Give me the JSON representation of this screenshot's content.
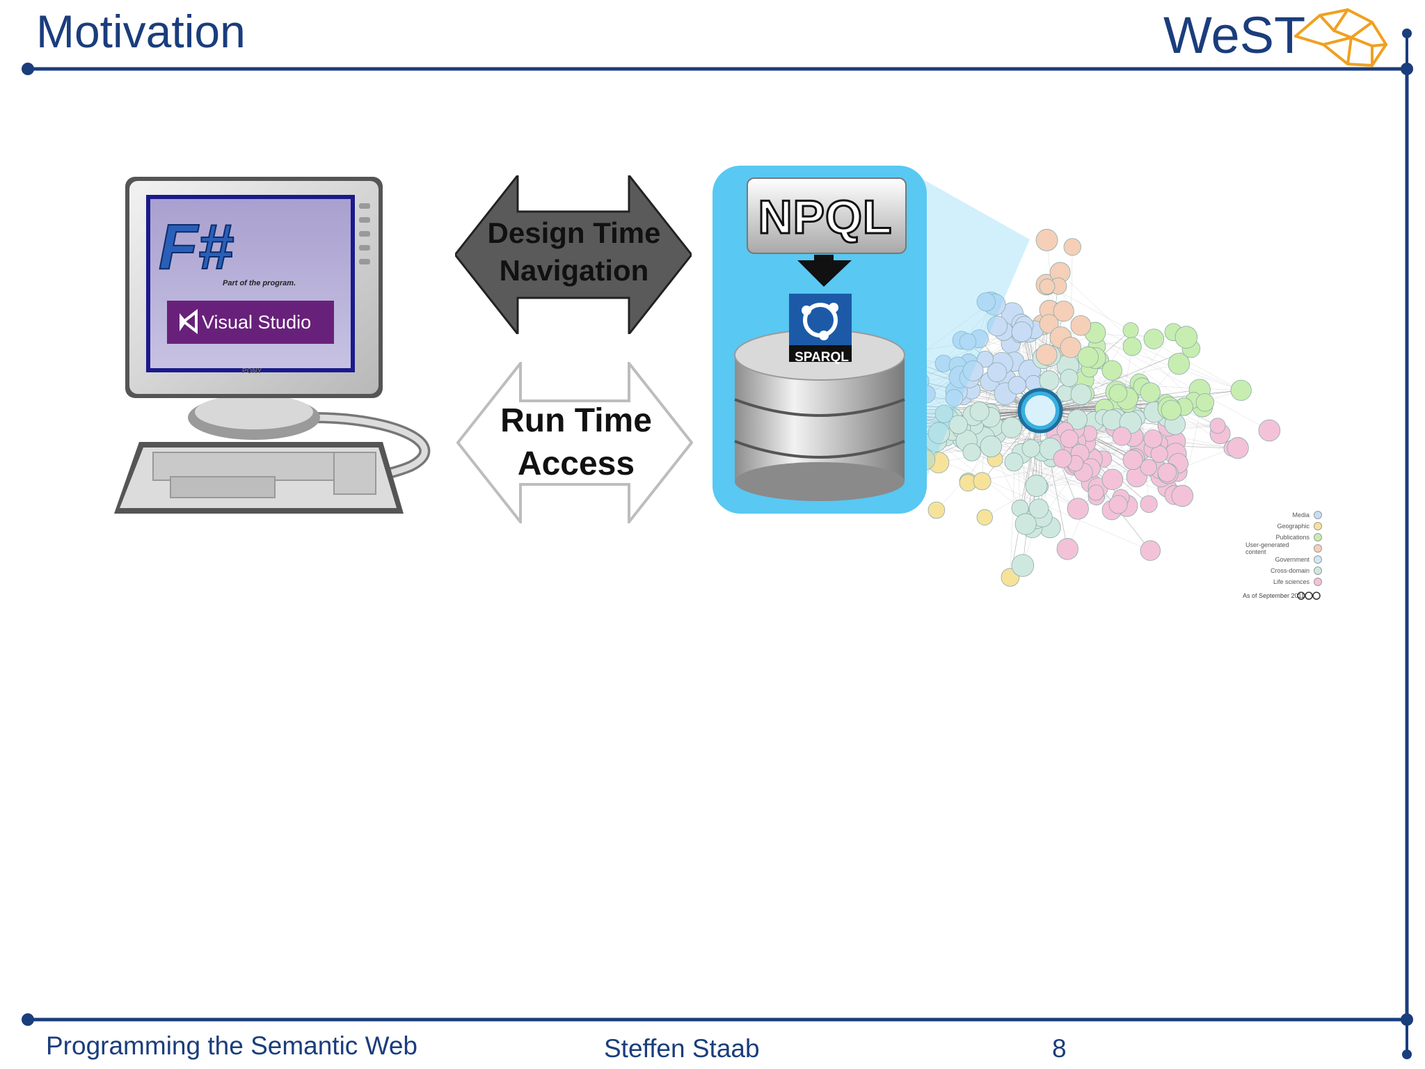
{
  "slide": {
    "title": "Motivation",
    "logo_text": "WeST"
  },
  "computer": {
    "fsharp_logo": "F#",
    "fsharp_tagline": "Part of the program.",
    "vs_label": "Visual Studio",
    "brand": "PONY"
  },
  "arrows": {
    "design_line1": "Design Time",
    "design_line2": "Navigation",
    "run_line1": "Run Time",
    "run_line2": "Access"
  },
  "store": {
    "npql": "NPQL",
    "sparql": "SPARQL"
  },
  "lod_cloud": {
    "legend": [
      "Media",
      "Geographic",
      "Publications",
      "User-generated content",
      "Government",
      "Cross-domain",
      "Life sciences"
    ],
    "legend_colors": [
      "#c9dcf5",
      "#f7e29a",
      "#c8edb0",
      "#f5cfb8",
      "#cde9f5",
      "#cfe8df",
      "#f3c2d8"
    ],
    "date_note": "As of September 2011"
  },
  "footer": {
    "course": "Programming the Semantic Web",
    "author": "Steffen Staab",
    "page": "8"
  },
  "colors": {
    "accent": "#1a3d7c",
    "highlight": "#4cc3f0",
    "logo_orange": "#f0a020"
  }
}
